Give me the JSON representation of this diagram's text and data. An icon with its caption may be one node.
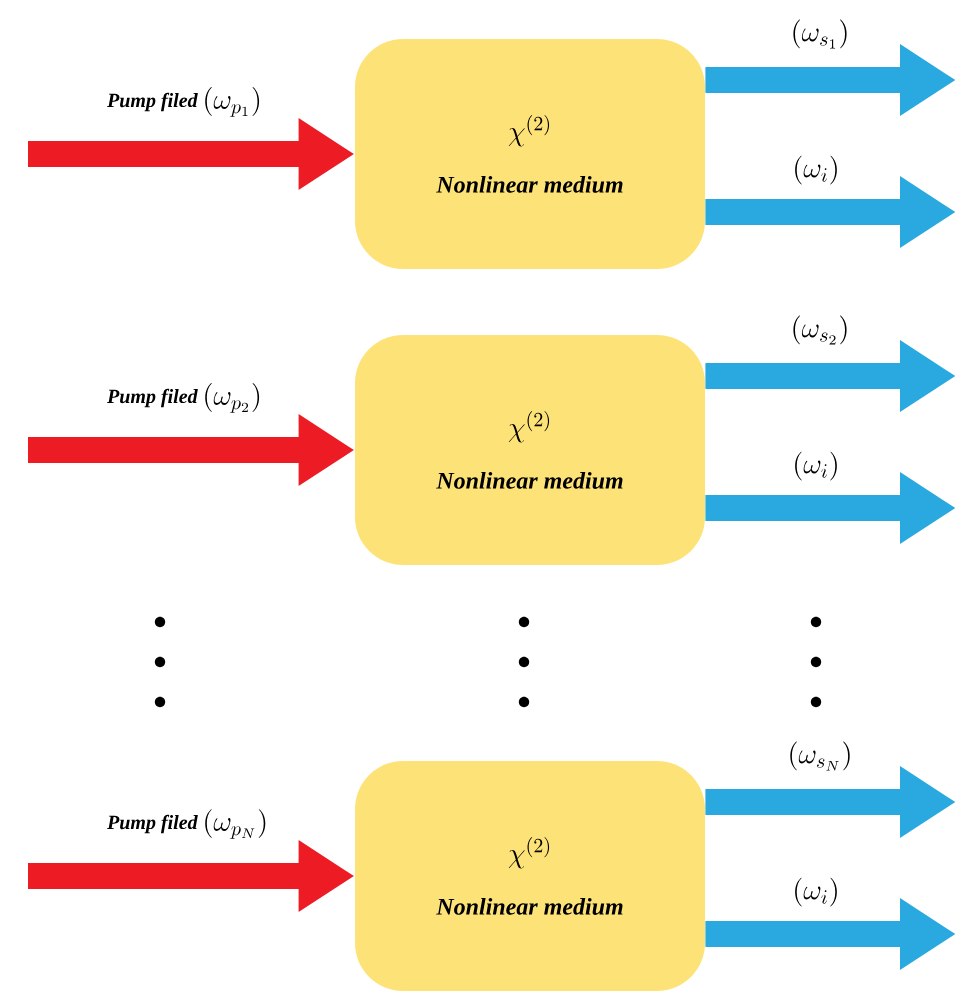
{
  "diagram": {
    "nodes": [
      {
        "text": [
          "\\chi^{(2)}",
          "Nonlinear medium"
        ]
      },
      {
        "text": [
          "\\chi^{(2)}",
          "Nonlinear medium"
        ]
      },
      {
        "text": [
          "\\chi^{(2)}",
          "Nonlinear medium"
        ]
      }
    ],
    "edges": [
      {
        "from": null,
        "to": 0,
        "arrow": "to",
        "label": "Pump filed",
        "color": "#ed1c24"
      },
      {
        "from": 0,
        "to": null,
        "arrow": "to",
        "label": "(\\omega_{s_1})"
      },
      {
        "from": 0,
        "to": null,
        "arrow": "to",
        "label": "(\\omega_i)"
      },
      {
        "from": null,
        "to": 1,
        "arrow": "to",
        "label": "Pump filed",
        "color": "#ed1c24"
      },
      {
        "from": 1,
        "to": null,
        "arrow": "to",
        "label": "(\\omega_{s_2})"
      },
      {
        "from": 1,
        "to": null,
        "arrow": "to",
        "label": "(\\omega_i)"
      },
      {
        "from": null,
        "to": 2,
        "arrow": "to",
        "label": "Pump filed",
        "color": "#ed1c24"
      },
      {
        "from": 2,
        "to": null,
        "arrow": "to",
        "label": "(\\omega_{s_N})"
      },
      {
        "from": 2,
        "to": null,
        "arrow": "to",
        "label": "(\\omega_i)"
      }
    ],
    "labels": [
      "(\\omega_{p_1})",
      "(\\omega_{p_2})",
      "(\\omega_{p_N})"
    ]
  }
}
